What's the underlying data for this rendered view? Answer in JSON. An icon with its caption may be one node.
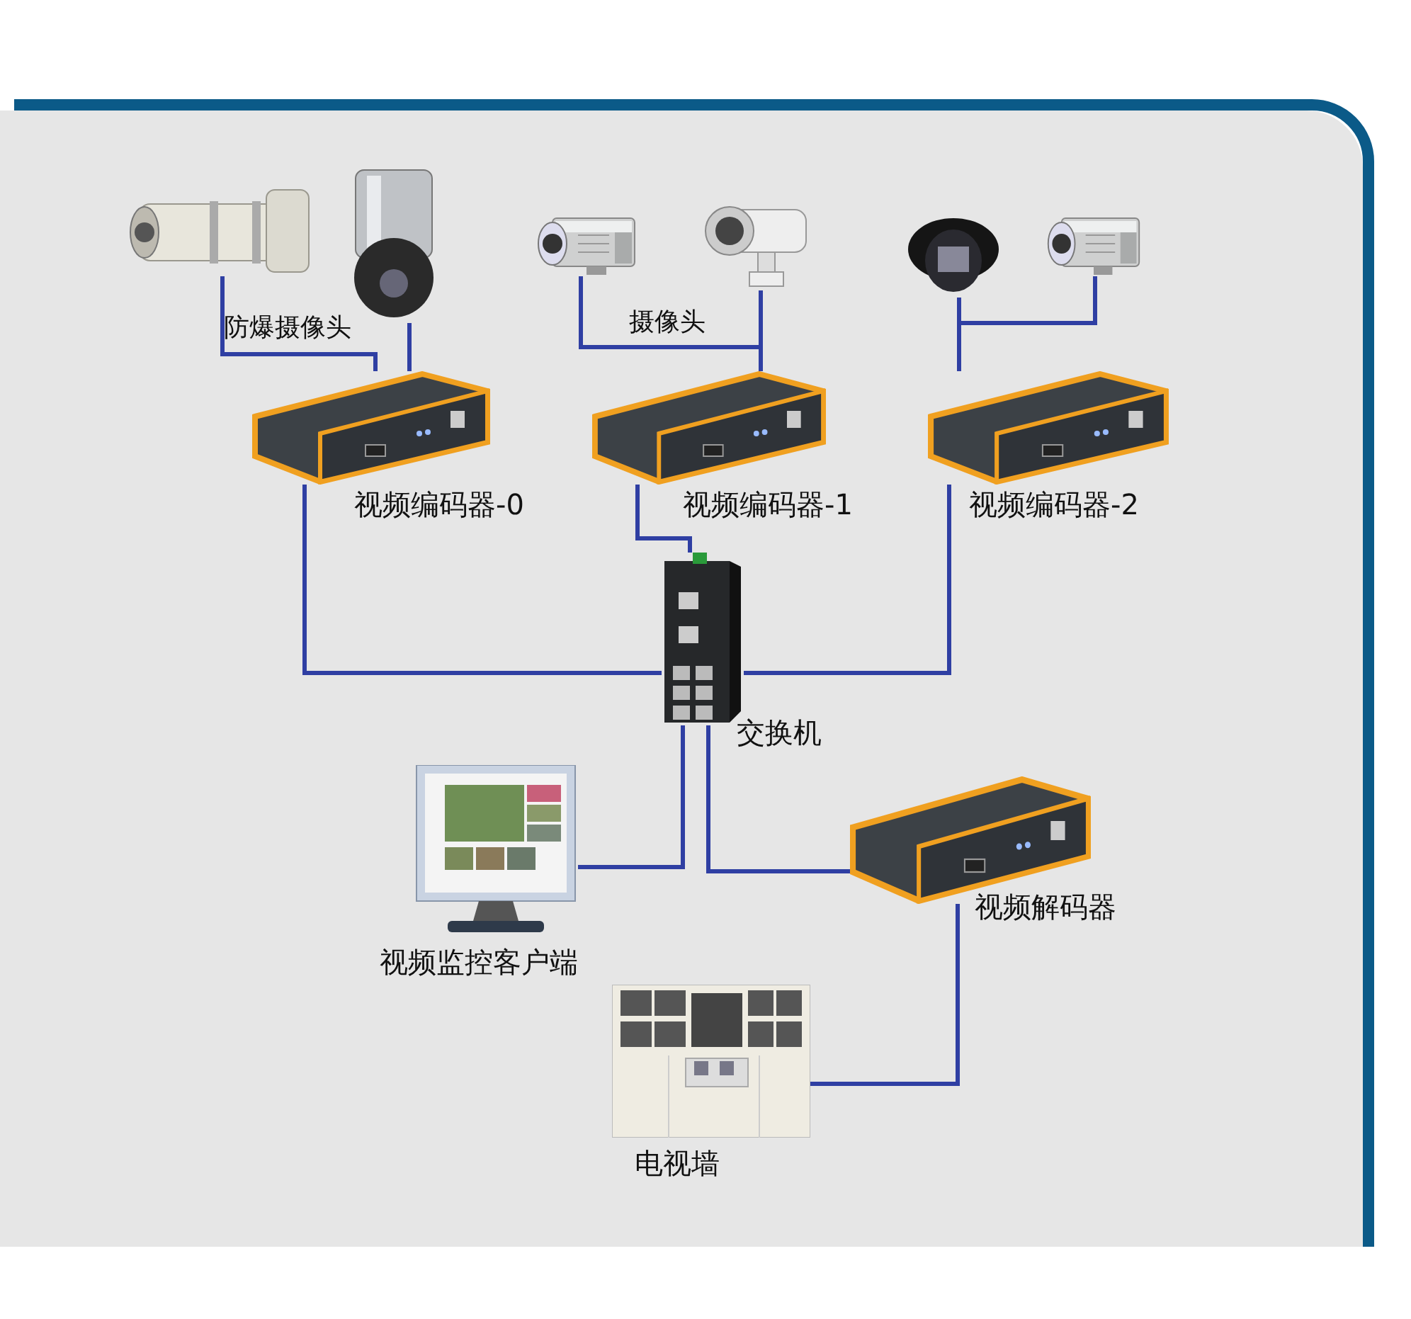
{
  "diagram": {
    "nodes": [
      {
        "text": [],
        "shape": "picture"
      },
      {
        "text": [],
        "shape": "picture"
      },
      {
        "text": [],
        "shape": "picture"
      },
      {
        "text": [],
        "shape": "picture"
      },
      {
        "text": [],
        "shape": "picture"
      },
      {
        "text": [],
        "shape": "picture"
      },
      {
        "text": [],
        "shape": "picture",
        "beside": [
          "视频编码器-0"
        ]
      },
      {
        "text": [],
        "shape": "picture",
        "beside": [
          "视频编码器-1"
        ]
      },
      {
        "text": [],
        "shape": "picture",
        "beside": [
          "视频编码器-2"
        ]
      },
      {
        "text": [],
        "shape": "picture",
        "beside": [
          "交换机"
        ]
      },
      {
        "text": [],
        "shape": "picture",
        "beside": [
          "视频监控客户端"
        ]
      },
      {
        "text": [],
        "shape": "picture",
        "beside": [
          "视频解码器"
        ]
      },
      {
        "text": [],
        "shape": "picture",
        "beside": [
          "电视墙"
        ]
      }
    ],
    "edges": [
      {
        "from": 0,
        "to": 6,
        "arrow": "none"
      },
      {
        "from": 1,
        "to": 6,
        "arrow": "none"
      },
      {
        "from": 2,
        "to": 7,
        "arrow": "none"
      },
      {
        "from": 3,
        "to": 7,
        "arrow": "none"
      },
      {
        "from": 4,
        "to": 8,
        "arrow": "none"
      },
      {
        "from": 5,
        "to": 8,
        "arrow": "none"
      },
      {
        "from": 6,
        "to": 9,
        "arrow": "none"
      },
      {
        "from": 7,
        "to": 9,
        "arrow": "none"
      },
      {
        "from": 8,
        "to": 9,
        "arrow": "none"
      },
      {
        "from": 9,
        "to": 10,
        "arrow": "none"
      },
      {
        "from": 9,
        "to": 11,
        "arrow": "none"
      },
      {
        "from": 11,
        "to": 12,
        "arrow": "none"
      }
    ],
    "labels": [
      "防爆摄像头",
      "摄像头"
    ]
  }
}
